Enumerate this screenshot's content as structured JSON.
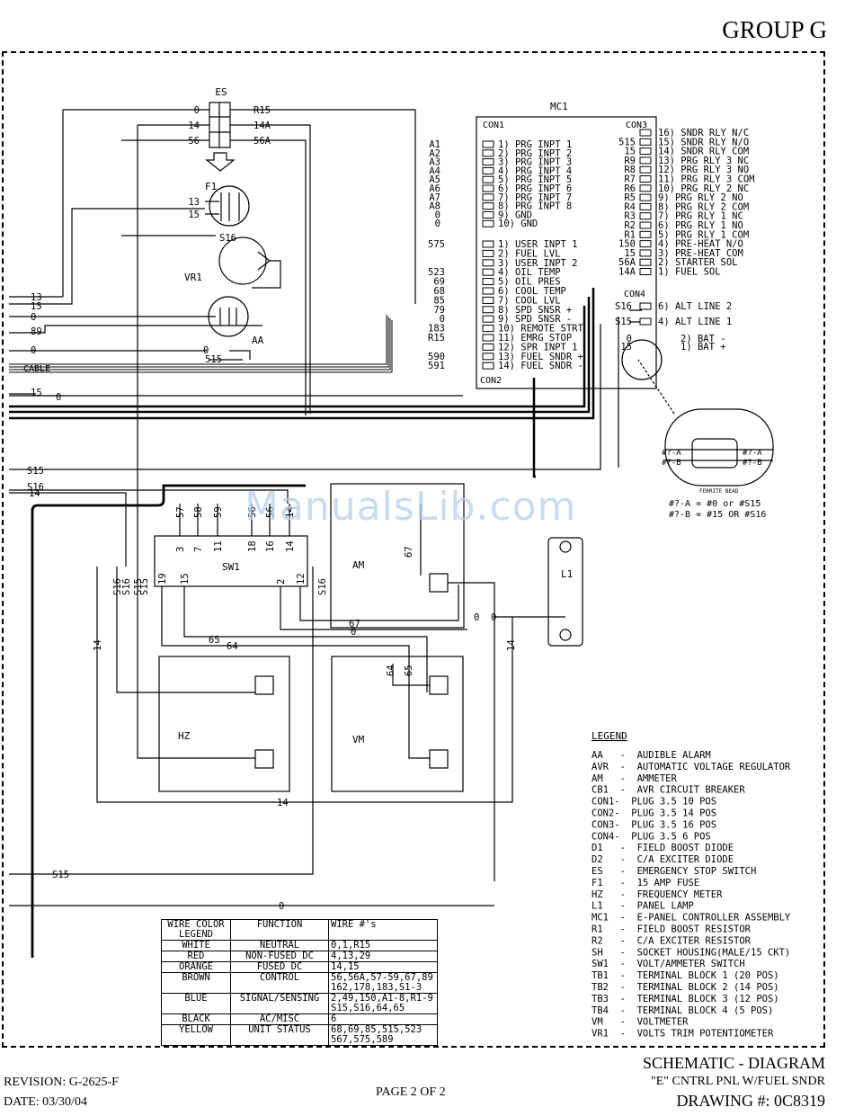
{
  "header": {
    "group": "GROUP G"
  },
  "footer": {
    "revision": "REVISION: G-2625-F",
    "date": "DATE: 03/30/04",
    "page": "PAGE 2 OF 2",
    "title": "SCHEMATIC - DIAGRAM",
    "subtitle": "\"E\" CNTRL PNL W/FUEL SNDR",
    "drawing": "DRAWING #: 0C8319"
  },
  "watermark": "ManualsLib.com",
  "components": {
    "es": "ES",
    "f1": "F1",
    "vr1": "VR1",
    "aa": "AA",
    "mc1": "MC1",
    "sw1": "SW1",
    "am": "AM",
    "hz": "HZ",
    "vm": "VM",
    "l1": "L1",
    "con1": "CON1",
    "con2": "CON2",
    "con3": "CON3",
    "con4": "CON4",
    "cable": "CABLE",
    "ferrite": "FERRITE BEAD"
  },
  "es_wires": [
    {
      "left": "0",
      "right": "R15"
    },
    {
      "left": "14",
      "right": "14A"
    },
    {
      "left": "56",
      "right": "56A"
    }
  ],
  "f1_wires": [
    "13",
    "15"
  ],
  "vr1_wire": "S16",
  "aa_wires": [
    "0",
    "515"
  ],
  "left_edge_wires": [
    "13",
    "15",
    "0",
    "89",
    "0",
    "15",
    "0",
    "S15",
    "S16",
    "14"
  ],
  "con1_pins": [
    {
      "wire": "A1",
      "label": "1) PRG INPT 1"
    },
    {
      "wire": "A2",
      "label": "2) PRG INPT 2"
    },
    {
      "wire": "A3",
      "label": "3) PRG INPT 3"
    },
    {
      "wire": "A4",
      "label": "4) PRG INPT 4"
    },
    {
      "wire": "A5",
      "label": "5) PRG INPT 5"
    },
    {
      "wire": "A6",
      "label": "6) PRG INPT 6"
    },
    {
      "wire": "A7",
      "label": "7) PRG INPT 7"
    },
    {
      "wire": "A8",
      "label": "8) PRG INPT 8"
    },
    {
      "wire": "0",
      "label": "9) GND"
    },
    {
      "wire": "0",
      "label": "10) GND"
    }
  ],
  "con2_pins": [
    {
      "wire": "575",
      "label": "1) USER INPT 1"
    },
    {
      "wire": "",
      "label": "2) FUEL LVL"
    },
    {
      "wire": "",
      "label": "3) USER INPT 2"
    },
    {
      "wire": "523",
      "label": "4) OIL TEMP"
    },
    {
      "wire": "69",
      "label": "5) OIL PRES"
    },
    {
      "wire": "68",
      "label": "6) COOL TEMP"
    },
    {
      "wire": "85",
      "label": "7) COOL LVL"
    },
    {
      "wire": "79",
      "label": "8) SPD SNSR +"
    },
    {
      "wire": "0",
      "label": "9) SPD SNSR -"
    },
    {
      "wire": "183",
      "label": "10) REMOTE STRT"
    },
    {
      "wire": "R15",
      "label": "11) EMRG STOP"
    },
    {
      "wire": "",
      "label": "12) SPR INPT 1"
    },
    {
      "wire": "590",
      "label": "13) FUEL SNDR +"
    },
    {
      "wire": "591",
      "label": "14) FUEL SNDR -"
    }
  ],
  "con3_pins": [
    {
      "wire": "",
      "label": "16) SNDR RLY N/C"
    },
    {
      "wire": "515",
      "label": "15) SNDR RLY N/O"
    },
    {
      "wire": "15",
      "label": "14) SNDR RLY COM"
    },
    {
      "wire": "R9",
      "label": "13) PRG RLY 3 NC"
    },
    {
      "wire": "R8",
      "label": "12) PRG RLY 3 NO"
    },
    {
      "wire": "R7",
      "label": "11) PRG RLY 3 COM"
    },
    {
      "wire": "R6",
      "label": "10) PRG RLY 2 NC"
    },
    {
      "wire": "R5",
      "label": "9) PRG RLY 2 NO"
    },
    {
      "wire": "R4",
      "label": "8) PRG RLY 2 COM"
    },
    {
      "wire": "R3",
      "label": "7) PRG RLY 1 NC"
    },
    {
      "wire": "R2",
      "label": "6) PRG RLY 1 NO"
    },
    {
      "wire": "R1",
      "label": "5) PRG RLY 1 COM"
    },
    {
      "wire": "150",
      "label": "4) PRE-HEAT N/O"
    },
    {
      "wire": "15",
      "label": "3) PRE-HEAT COM"
    },
    {
      "wire": "56A",
      "label": "2) STARTER SOL"
    },
    {
      "wire": "14A",
      "label": "1) FUEL SOL"
    }
  ],
  "con4_pins": [
    {
      "wire": "S16",
      "label": "6) ALT LINE 2"
    },
    {
      "wire": "S15",
      "label": "4) ALT LINE 1"
    },
    {
      "wire": "0",
      "label": "2) BAT -"
    },
    {
      "wire": "15",
      "label": "1) BAT +"
    }
  ],
  "ferrite": {
    "left_a": "#?-A",
    "left_b": "#?-B",
    "right_a": "#?-A",
    "right_b": "#?-B",
    "note1": "#?-A = #0 or #S15",
    "note2": "#?-B = #15 OR #S16"
  },
  "sw1_top_wires": [
    "57",
    "58",
    "59",
    "56",
    "56",
    "14"
  ],
  "sw1_pins_top": [
    "3",
    "7",
    "11",
    "18",
    "16",
    "14"
  ],
  "sw1_pins_bottom": [
    "19",
    "15",
    "2",
    "12"
  ],
  "sw1_side_wires": [
    "S16",
    "S16",
    "S15",
    "S15",
    "S16"
  ],
  "meter_wires": {
    "w67a": "67",
    "w67b": "67",
    "w0a": "0",
    "w65a": "65",
    "w64a": "64",
    "w64b": "64",
    "w65b": "65",
    "w14a": "14",
    "w14b": "14",
    "w14c": "14",
    "w0b": "0",
    "w0c": "0",
    "w0d": "0",
    "s15": "S15"
  },
  "legend": {
    "title": "LEGEND",
    "items": [
      "AA   -  AUDIBLE ALARM",
      "AVR  -  AUTOMATIC VOLTAGE REGULATOR",
      "AM   -  AMMETER",
      "CB1  -  AVR CIRCUIT BREAKER",
      "CON1-  PLUG 3.5 10 POS",
      "CON2-  PLUG 3.5 14 POS",
      "CON3-  PLUG 3.5 16 POS",
      "CON4-  PLUG 3.5 6 POS",
      "D1   -  FIELD BOOST DIODE",
      "D2   -  C/A EXCITER DIODE",
      "ES   -  EMERGENCY STOP SWITCH",
      "F1   -  15 AMP FUSE",
      "HZ   -  FREQUENCY METER",
      "L1   -  PANEL LAMP",
      "MC1  -  E-PANEL CONTROLLER ASSEMBLY",
      "R1   -  FIELD BOOST RESISTOR",
      "R2   -  C/A EXCITER RESISTOR",
      "SH   -  SOCKET HOUSING(MALE/15 CKT)",
      "SW1  -  VOLT/AMMETER SWITCH",
      "TB1  -  TERMINAL BLOCK 1 (20 POS)",
      "TB2  -  TERMINAL BLOCK 2 (14 POS)",
      "TB3  -  TERMINAL BLOCK 3 (12 POS)",
      "TB4  -  TERMINAL BLOCK 4 (5 POS)",
      "VM   -  VOLTMETER",
      "VR1  -  VOLTS TRIM POTENTIOMETER"
    ]
  },
  "wire_table": {
    "headers": [
      "WIRE COLOR LEGEND",
      "FUNCTION",
      "WIRE #'s"
    ],
    "rows": [
      {
        "color": "WHITE",
        "function": "NEUTRAL",
        "wires": "0,1,R15"
      },
      {
        "color": "RED",
        "function": "NON-FUSED DC",
        "wires": "4,13,29"
      },
      {
        "color": "ORANGE",
        "function": "FUSED DC",
        "wires": "14,15"
      },
      {
        "color": "BROWN",
        "function": "CONTROL",
        "wires": "56,56A,57-59,67,89 162,178,183,S1-3"
      },
      {
        "color": "BLUE",
        "function": "SIGNAL/SENSING",
        "wires": "2,49,150,A1-8,R1-9 S15,S16,64,65"
      },
      {
        "color": "BLACK",
        "function": "AC/MISC",
        "wires": "6"
      },
      {
        "color": "YELLOW",
        "function": "UNIT STATUS",
        "wires": "68,69,85,515,523 567,575,589"
      }
    ]
  }
}
